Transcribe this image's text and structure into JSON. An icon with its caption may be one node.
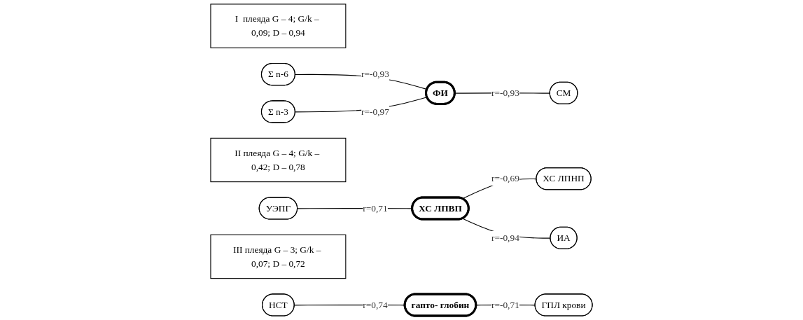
{
  "diagram": {
    "nodes": [
      {
        "text": [
          "I  плеяда G – 4; G/k – 0,09; D – 0,94"
        ]
      },
      {
        "text": [
          "Σ n-6"
        ]
      },
      {
        "text": [
          "СМ"
        ]
      },
      {
        "text": [
          "ФИ"
        ]
      },
      {
        "text": [
          "Σ n-3"
        ]
      },
      {
        "text": [
          "II плеяда G – 4; G/k – 0,42; D – 0,78"
        ]
      },
      {
        "text": [
          "УЭПГ"
        ]
      },
      {
        "text": [
          "ХС ЛПНП"
        ]
      },
      {
        "text": [
          "ХС ЛПВП"
        ]
      },
      {
        "text": [
          "ИА"
        ]
      },
      {
        "text": [
          "III плеяда G – 3; G/k – 0,07; D – 0,72"
        ]
      },
      {
        "text": [
          "НСТ"
        ]
      },
      {
        "text": [
          "гапто- глобин"
        ]
      },
      {
        "text": [
          "ГПЛ крови"
        ]
      }
    ],
    "edges": [
      {
        "from": 1,
        "to": 3,
        "arrow": "none",
        "label": "r=-0,93"
      },
      {
        "from": 3,
        "to": 2,
        "arrow": "none",
        "label": "r=-0,93"
      },
      {
        "from": 4,
        "to": 3,
        "arrow": "none",
        "label": "r=-0,97"
      },
      {
        "from": 6,
        "to": 8,
        "arrow": "none",
        "label": "r=0,71"
      },
      {
        "from": 8,
        "to": 7,
        "arrow": "none",
        "label": "r=-0,69"
      },
      {
        "from": 8,
        "to": 9,
        "arrow": "none",
        "label": "r=-0,94"
      },
      {
        "from": 11,
        "to": 12,
        "arrow": "none",
        "label": "r=0,74"
      },
      {
        "from": 12,
        "to": 13,
        "arrow": "none",
        "label": "r=-0,71"
      }
    ]
  }
}
